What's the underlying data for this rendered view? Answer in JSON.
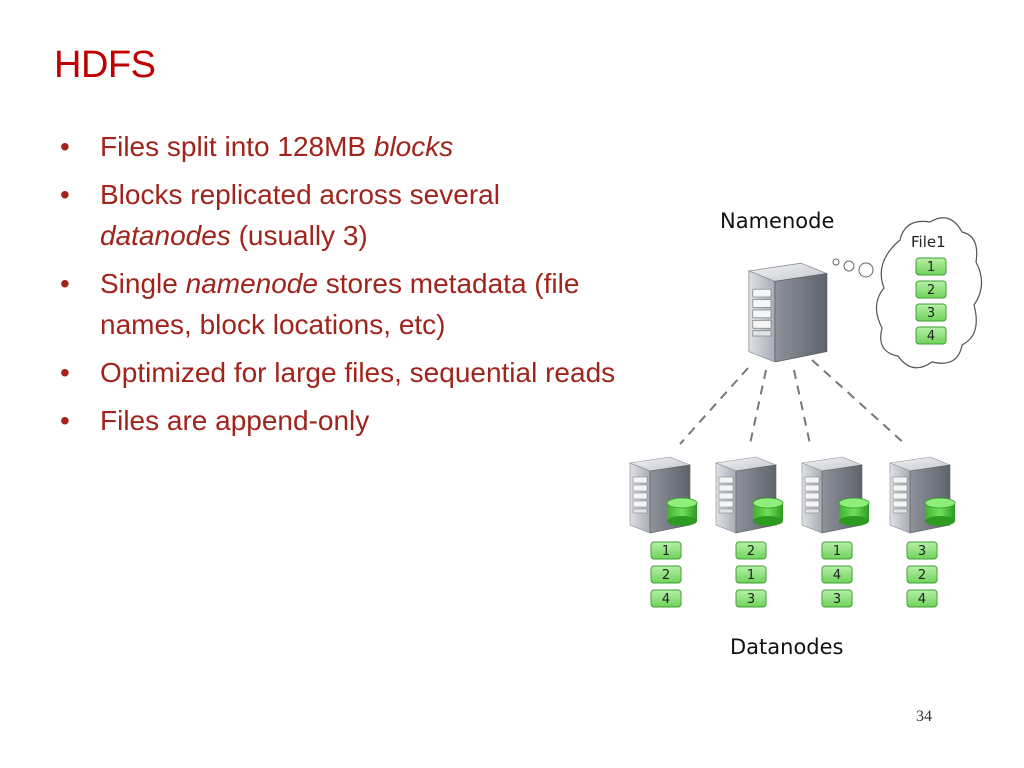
{
  "slide": {
    "title": "HDFS",
    "page_number": "34",
    "bullets": [
      {
        "parts": [
          {
            "text": "Files split into 128MB "
          },
          {
            "text": "blocks",
            "italic": true
          }
        ]
      },
      {
        "parts": [
          {
            "text": "Blocks replicated across several "
          },
          {
            "text": "datanodes",
            "italic": true
          },
          {
            "text": " (usually 3)"
          }
        ]
      },
      {
        "parts": [
          {
            "text": "Single "
          },
          {
            "text": "namenode",
            "italic": true
          },
          {
            "text": " stores metadata (file names, block locations, etc)"
          }
        ]
      },
      {
        "parts": [
          {
            "text": "Optimized for large files, sequential reads"
          }
        ]
      },
      {
        "parts": [
          {
            "text": "Files are append-only"
          }
        ]
      }
    ]
  },
  "diagram": {
    "namenode_label": "Namenode",
    "datanodes_label": "Datanodes",
    "file_name": "File1",
    "file_blocks": [
      "1",
      "2",
      "3",
      "4"
    ],
    "datanodes": [
      {
        "blocks": [
          "1",
          "2",
          "4"
        ]
      },
      {
        "blocks": [
          "2",
          "1",
          "3"
        ]
      },
      {
        "blocks": [
          "1",
          "4",
          "3"
        ]
      },
      {
        "blocks": [
          "3",
          "2",
          "4"
        ]
      }
    ],
    "colors": {
      "title": "#c00000",
      "bullet_text": "#a0241b",
      "block_green": "#7ddc6a",
      "block_border": "#3f9e34",
      "server_gray": "#b9bcc4"
    }
  }
}
